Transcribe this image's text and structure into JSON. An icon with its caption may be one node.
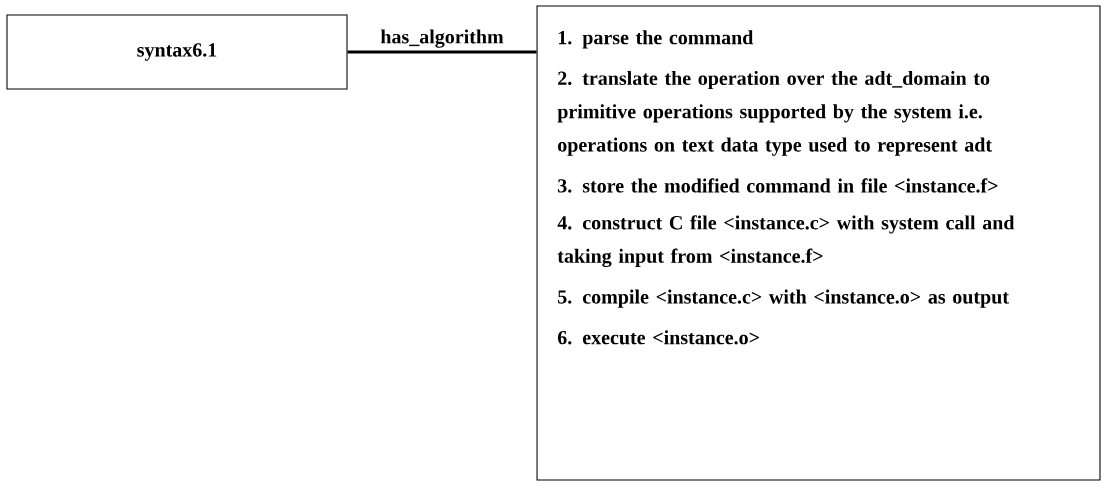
{
  "diagram": {
    "nodes": [
      {
        "text": [
          "syntax6.1"
        ]
      },
      {
        "text": [
          "1. parse the command",
          "2. translate the operation over the adt_domain to primitive operations supported by the system i.e. operations on text data type used to represent adt",
          "3. store the modified command in file <instance.f>",
          "4. construct C file <instance.c> with system call and taking input from <instance.f>",
          "5. compile <instance.c> with <instance.o> as output",
          "6. execute <instance.o>"
        ]
      }
    ],
    "edges": [
      {
        "from": 0,
        "to": 1,
        "arrow": "none",
        "label": "has_algorithm"
      }
    ]
  }
}
